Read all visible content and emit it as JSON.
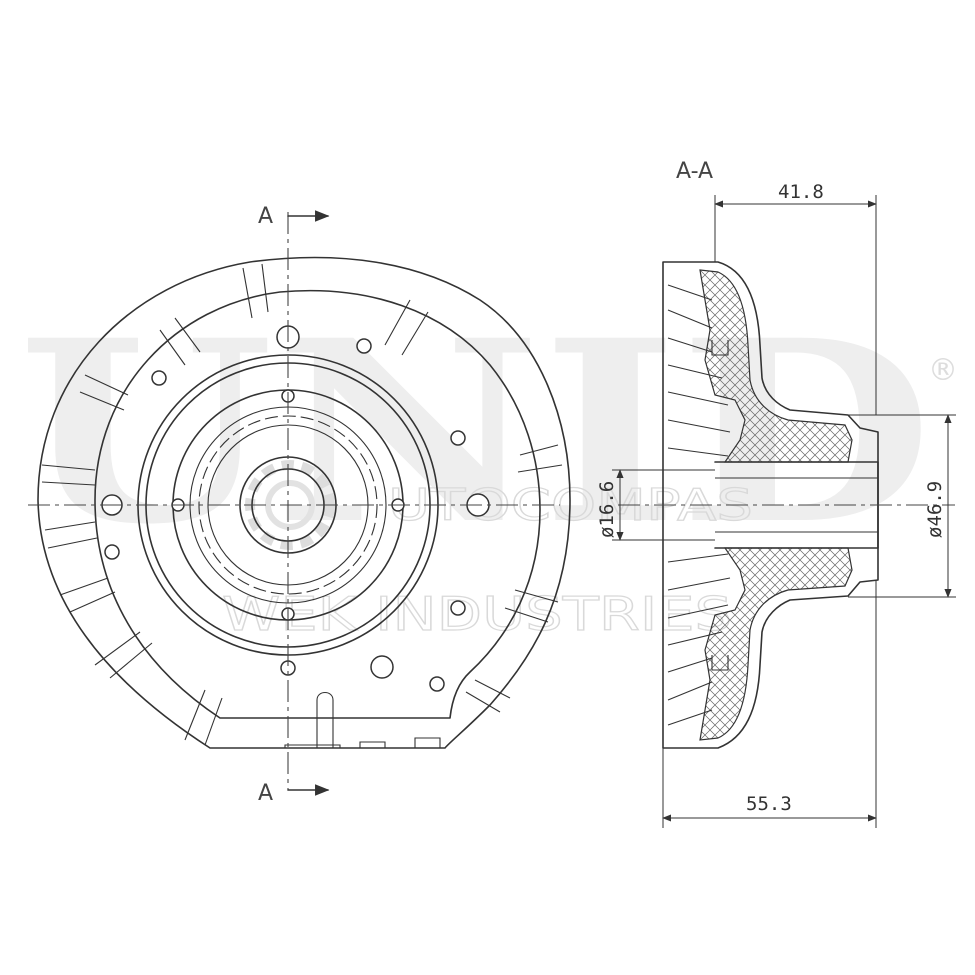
{
  "watermark": {
    "brand": "UNID",
    "registered": "®",
    "line1": "UTOCOMPAS",
    "line2": "WEK INDUSTRIES"
  },
  "front_view": {
    "section_marker_top": "A",
    "section_marker_bottom": "A"
  },
  "section_view": {
    "title": "A-A",
    "dimensions": {
      "top_width": "41.8",
      "bottom_width": "55.3",
      "bore_diameter": "ø16.6",
      "outer_diameter": "ø46.9"
    }
  },
  "colors": {
    "line": "#333333",
    "background": "#ffffff",
    "watermark": "#eeeeee"
  }
}
